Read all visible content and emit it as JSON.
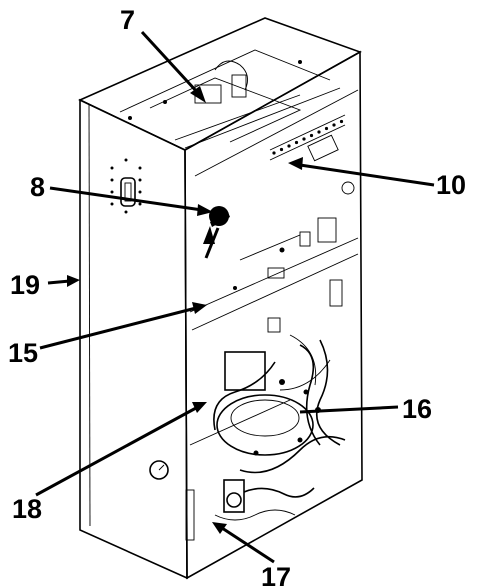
{
  "diagram": {
    "callouts": [
      {
        "id": "c7",
        "label": "7"
      },
      {
        "id": "c8",
        "label": "8"
      },
      {
        "id": "c10",
        "label": "10"
      },
      {
        "id": "c15",
        "label": "15"
      },
      {
        "id": "c16",
        "label": "16"
      },
      {
        "id": "c17",
        "label": "17"
      },
      {
        "id": "c18",
        "label": "18"
      },
      {
        "id": "c19",
        "label": "19"
      }
    ]
  }
}
